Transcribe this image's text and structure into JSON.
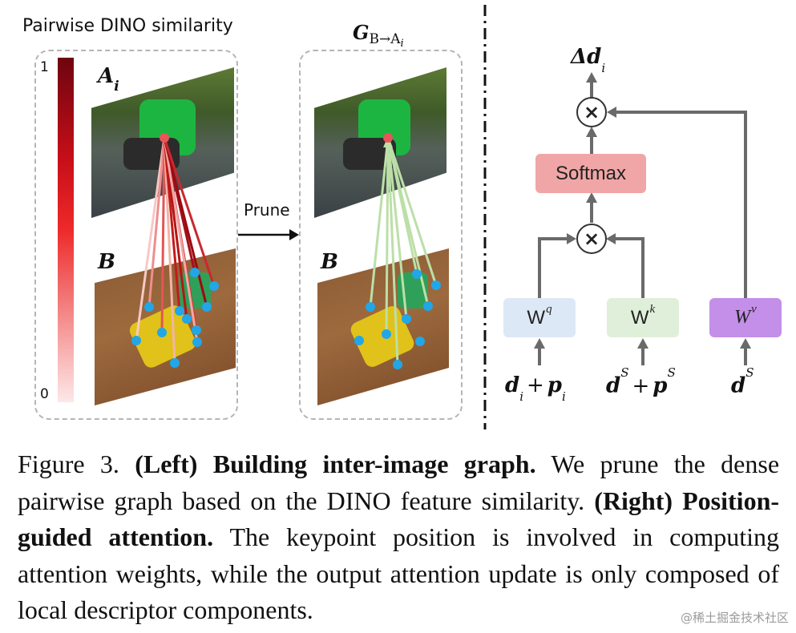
{
  "left_panel": {
    "title": "Pairwise DINO similarity",
    "colorbar_max": "1",
    "colorbar_min": "0",
    "image_a_label": "A",
    "image_a_sub": "i",
    "image_b_label": "B",
    "prune_label": "Prune"
  },
  "middle_panel": {
    "title_main": "G",
    "title_sub": "B→A",
    "title_sub_i": "i",
    "image_b_label": "B"
  },
  "right_panel": {
    "output_label": "Δd",
    "output_sub": "i",
    "softmax_label": "Softmax",
    "multiply_symbol": "×",
    "wq_label": "W",
    "wq_sup": "q",
    "wk_label": "W",
    "wk_sup": "k",
    "wv_label": "W",
    "wv_sup": "v",
    "input1": {
      "a": "d",
      "a_sub": "i",
      "plus": "+",
      "b": "p",
      "b_sub": "i"
    },
    "input2": {
      "a": "d",
      "a_sup": "S",
      "plus": "+",
      "b": "p",
      "b_sup": "S"
    },
    "input3": {
      "a": "d",
      "a_sup": "S"
    }
  },
  "colors": {
    "softmax_fill": "#f0a6a6",
    "wq_fill": "#dde8f6",
    "wk_fill": "#e0efd9",
    "wv_fill": "#c48fe8",
    "arrow": "#6a6a6a",
    "keypoint": "#21a6e8",
    "source_point": "#e8545a"
  },
  "caption": {
    "figure_label": "Figure 3.",
    "left_bold": "(Left) Building inter-image graph.",
    "left_text": "We prune the dense pairwise graph based on the DINO feature similarity.",
    "right_bold": "(Right) Position-guided attention.",
    "right_text": "The keypoint position is involved in computing attention weights, while the output attention update is only composed of local descriptor components."
  },
  "watermark": "@稀土掘金技术社区"
}
